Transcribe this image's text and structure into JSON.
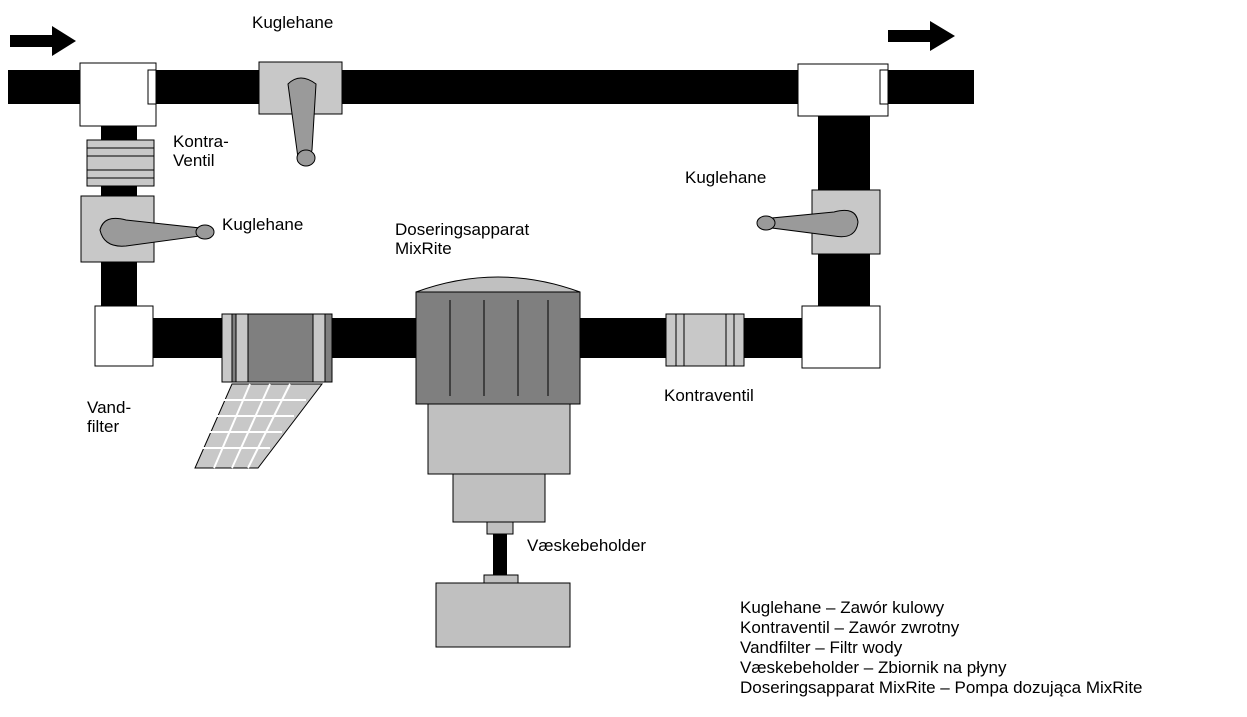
{
  "labels": {
    "kuglehane_top": "Kuglehane",
    "kontra_ventil_1": "Kontra-",
    "kontra_ventil_2": "Ventil",
    "kuglehane_left": "Kuglehane",
    "kuglehane_right": "Kuglehane",
    "doserings_1": "Doseringsapparat",
    "doserings_2": "MixRite",
    "vandfilter_1": "Vand-",
    "vandfilter_2": "filter",
    "kontraventil": "Kontraventil",
    "vaeskebeholder": "Væskebeholder"
  },
  "legend": [
    "Kuglehane – Zawór kulowy",
    "Kontraventil – Zawór zwrotny",
    "Vandfilter – Filtr wody",
    "Væskebeholder – Zbiornik na płyny",
    "Doseringsapparat MixRite – Pompa dozująca MixRite"
  ],
  "colors": {
    "pipe": "#000000",
    "fitting": "#ffffff",
    "valve_body": "#c8c8c8",
    "valve_handle": "#9a9a9a",
    "pump_dark": "#7f7f7f",
    "pump_light": "#c0c0c0"
  }
}
